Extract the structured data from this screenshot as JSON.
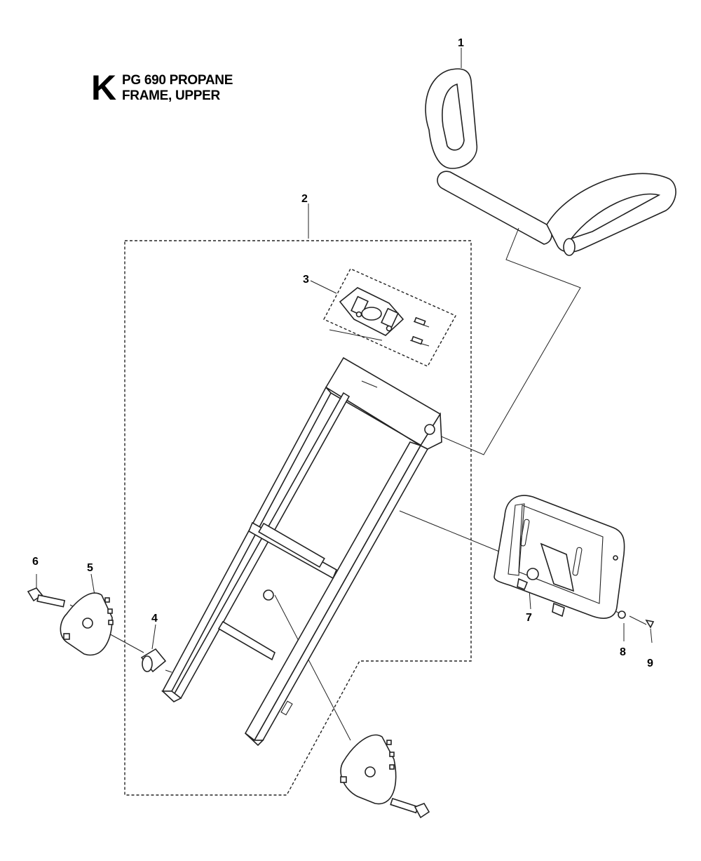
{
  "header": {
    "section_letter": "K",
    "model": "PG 690 PROPANE",
    "subtitle": "FRAME, UPPER"
  },
  "callouts": {
    "c1": "1",
    "c2": "2",
    "c3": "3",
    "c4": "4",
    "c5": "5",
    "c6": "6",
    "c7": "7",
    "c8": "8",
    "c9": "9"
  }
}
